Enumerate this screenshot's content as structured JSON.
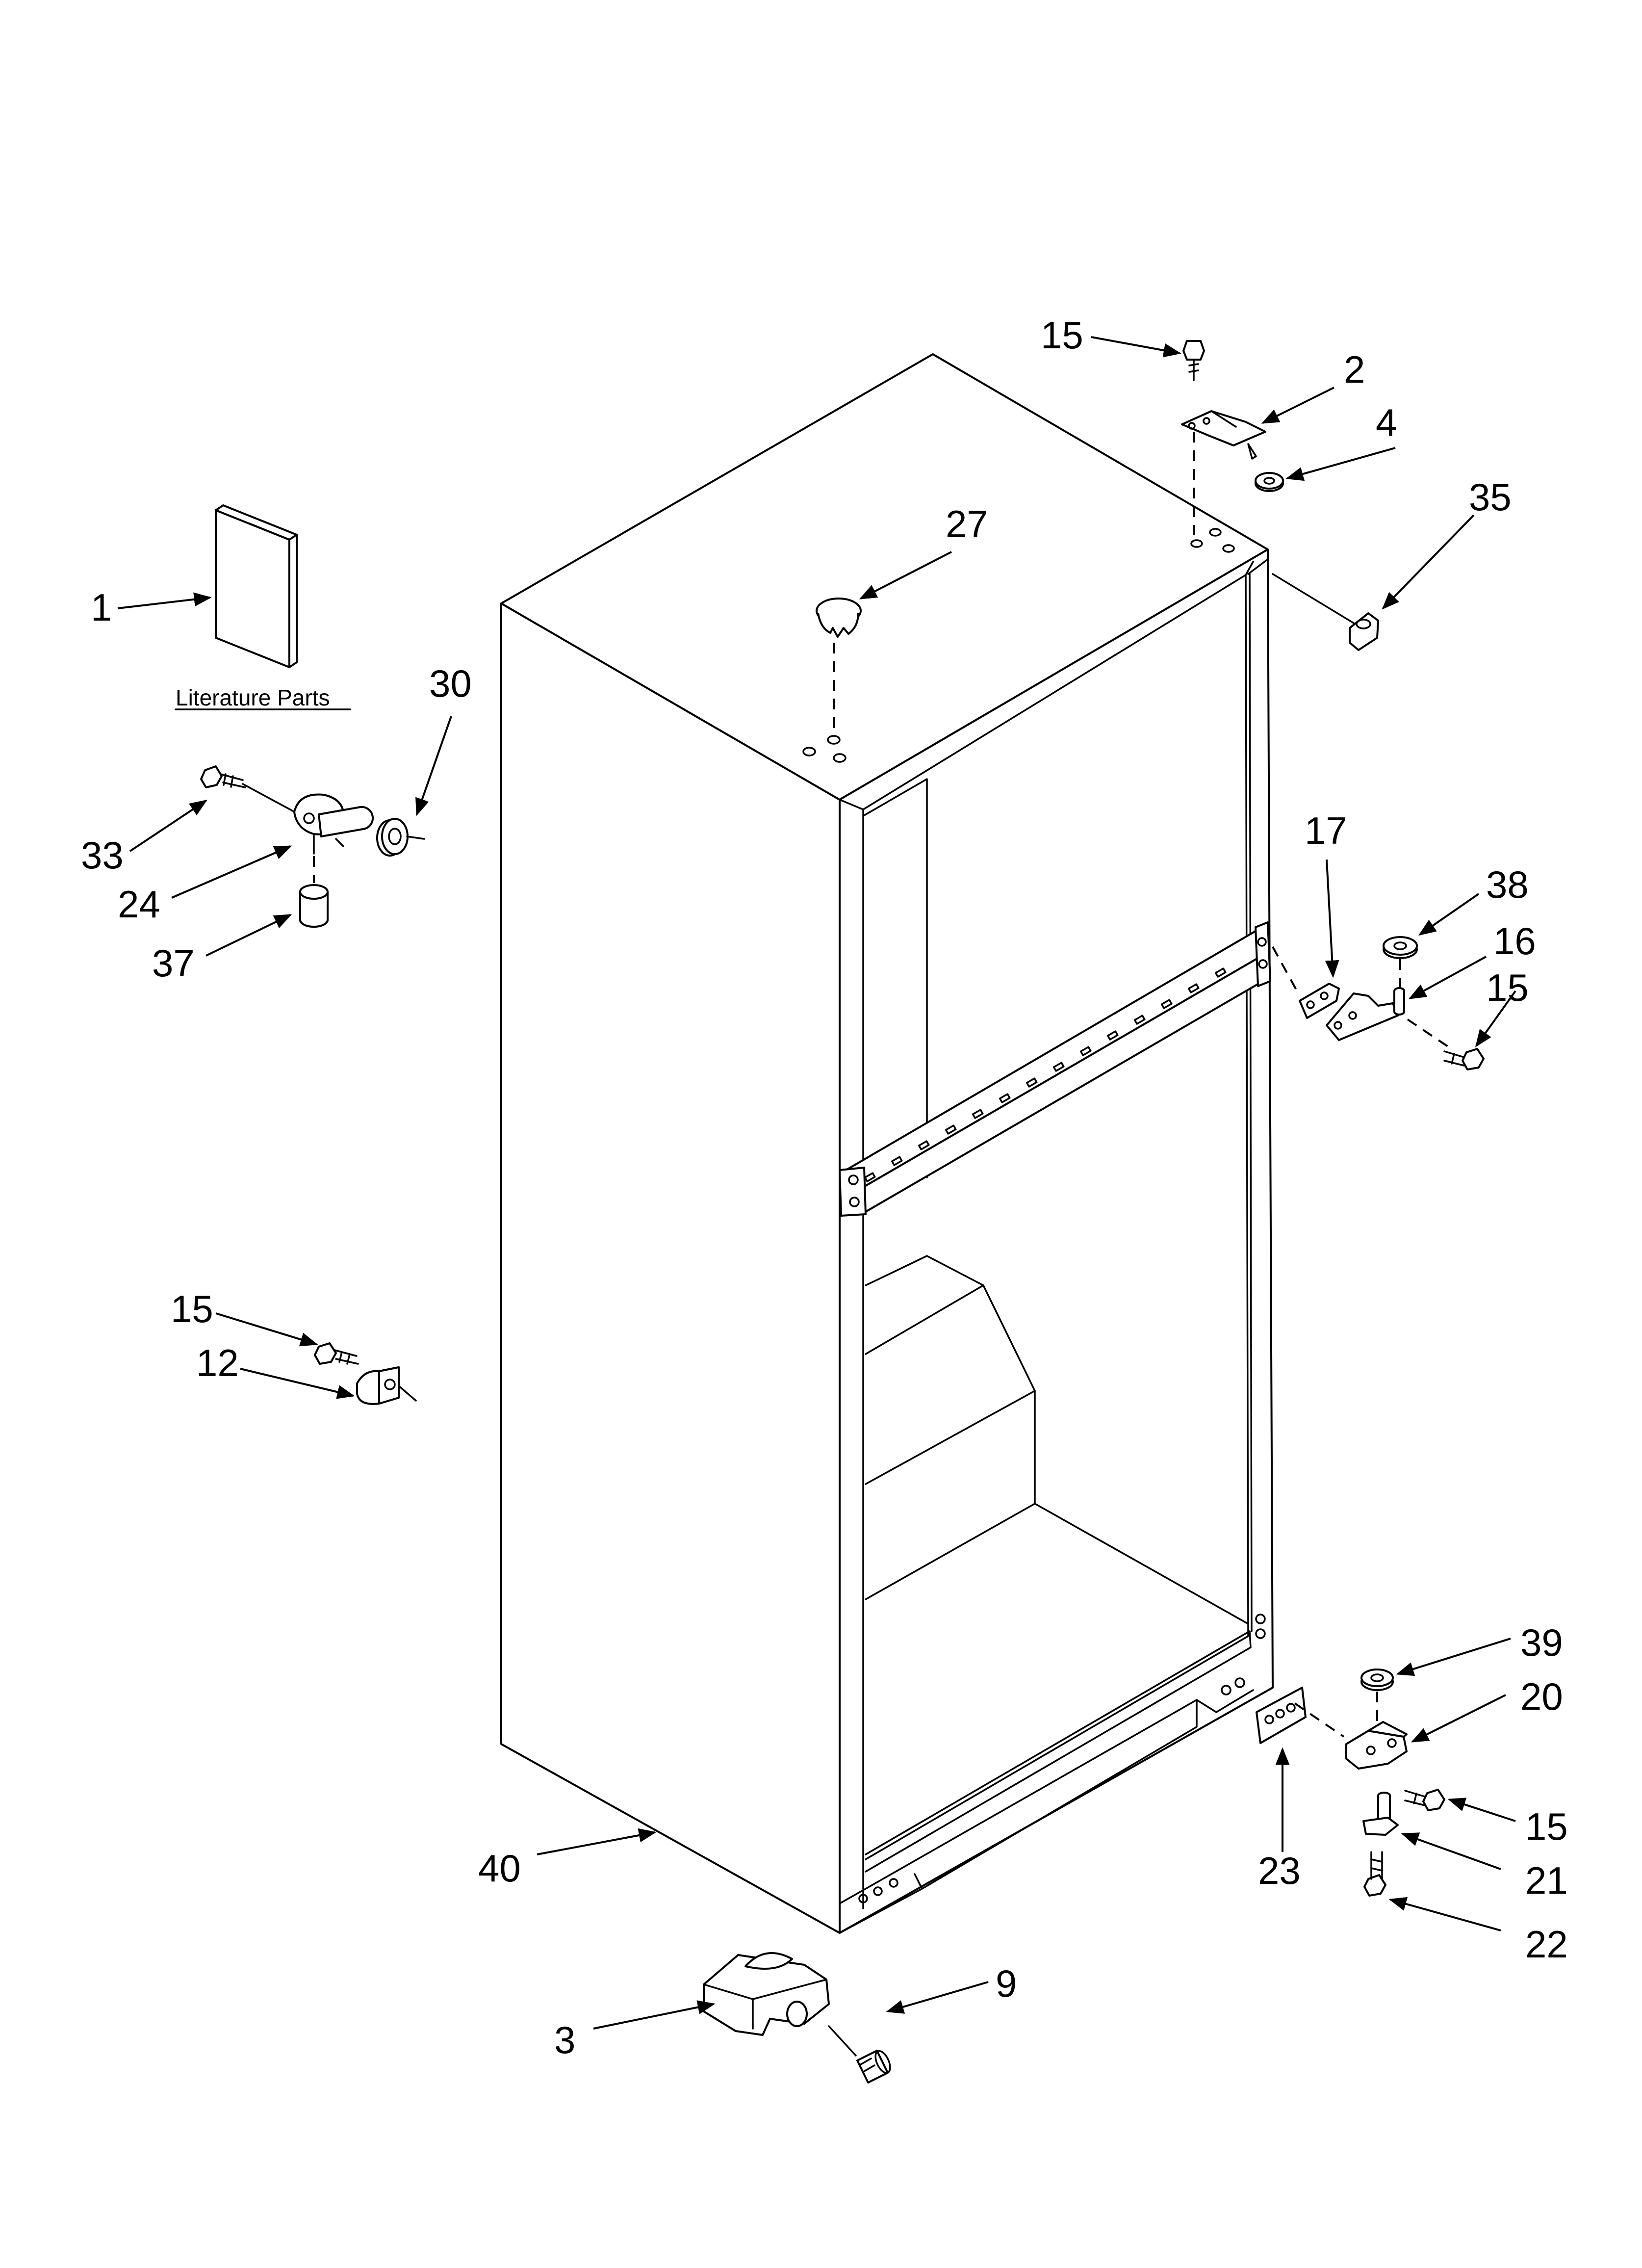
{
  "literature_label": "Literature Parts",
  "callouts": {
    "c1": "1",
    "c2": "2",
    "c3": "3",
    "c4": "4",
    "c9": "9",
    "c12": "12",
    "c15a": "15",
    "c15b": "15",
    "c15c": "15",
    "c15d": "15",
    "c16": "16",
    "c17": "17",
    "c20": "20",
    "c21": "21",
    "c22": "22",
    "c23": "23",
    "c24": "24",
    "c27": "27",
    "c30": "30",
    "c33": "33",
    "c35": "35",
    "c37": "37",
    "c38": "38",
    "c39": "39",
    "c40": "40"
  }
}
